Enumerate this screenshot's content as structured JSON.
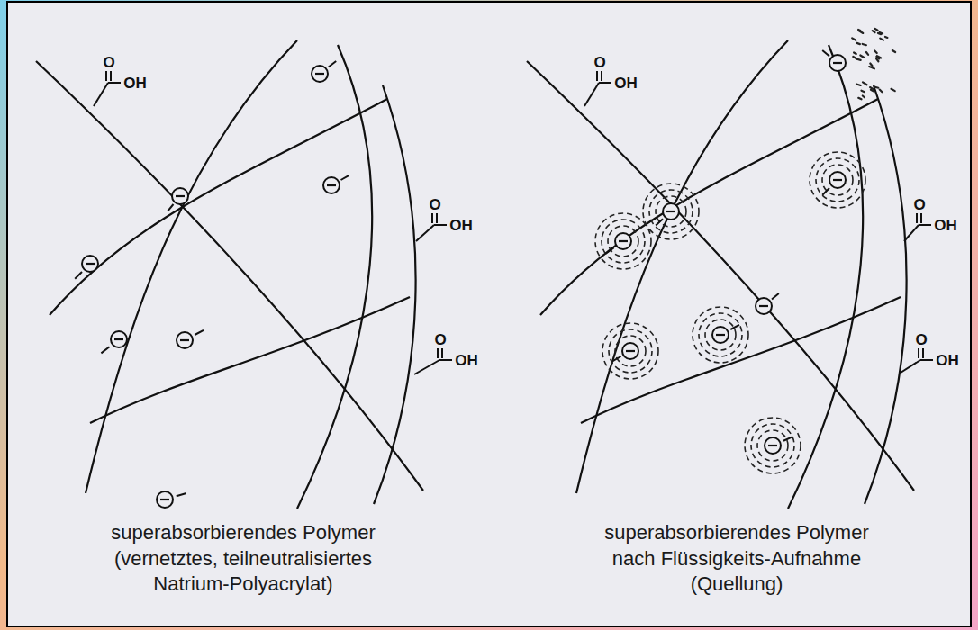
{
  "diagram": {
    "labels": [
      "O",
      "OH",
      "O",
      "OH",
      "O",
      "OH",
      "O",
      "OH",
      "O",
      "OH",
      "O",
      "OH",
      "superabsorbierendes Polymer (vernetztes, teilneutralisiertes Natrium-Polyacrylat)",
      "superabsorbierendes Polymer nach Flüssigkeits-Aufnahme (Quellung)"
    ]
  }
}
